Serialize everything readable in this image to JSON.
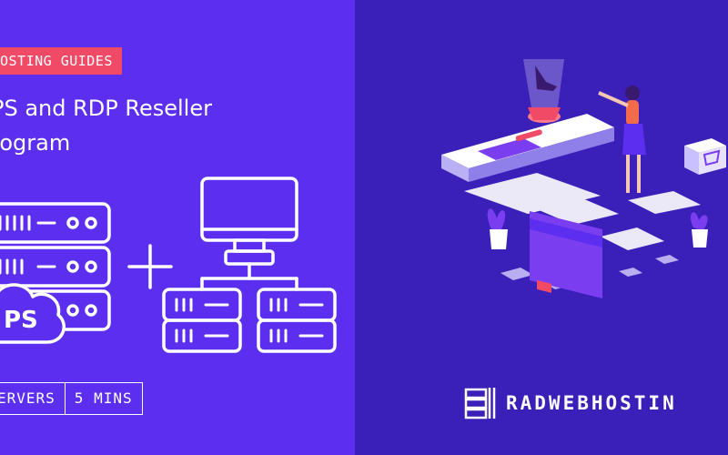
{
  "category": "OSTING GUIDES",
  "title": {
    "line1": "PS and RDP Reseller",
    "line2": "rogram"
  },
  "icon_label": "PS",
  "meta": {
    "category": "ERVERS",
    "read_time": "5 MINS"
  },
  "brand": {
    "name": "RADWEBHOSTIN"
  },
  "colors": {
    "left_background": "#5b2ef0",
    "right_background": "#3a1fb8",
    "tag_background": "#f04a66",
    "accent": "#f04a66"
  },
  "icons": [
    "server-rack-icon",
    "cloud-icon",
    "plus-icon",
    "computer-monitor-icon",
    "network-server-icon",
    "ecommerce-isometric-illustration",
    "brand-logo-icon"
  ]
}
